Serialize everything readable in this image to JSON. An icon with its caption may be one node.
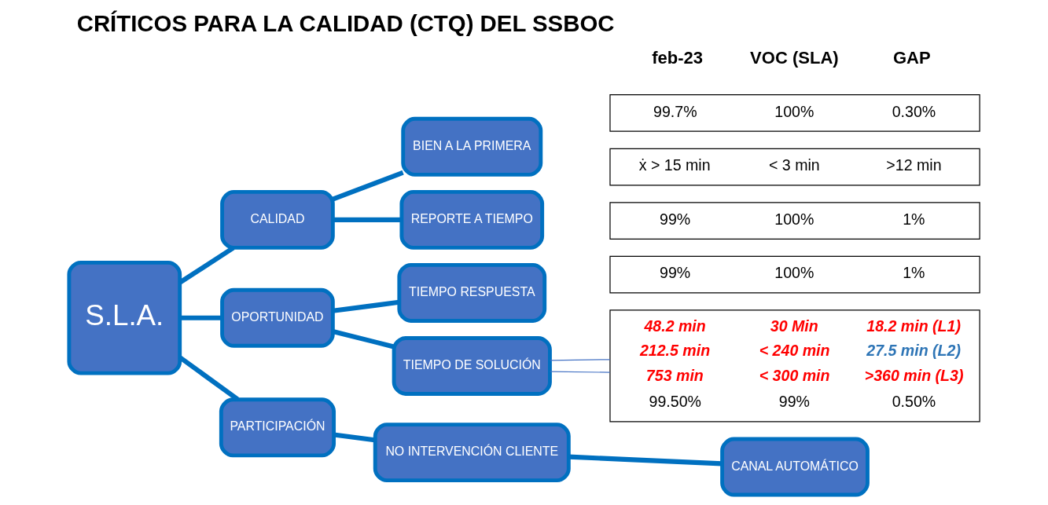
{
  "diagram": {
    "title": "CRÍTICOS PARA LA CALIDAD (CTQ) DEL SSBOC",
    "nodes": [
      {
        "text": [
          "S.L.A."
        ]
      },
      {
        "text": [
          "CALIDAD"
        ]
      },
      {
        "text": [
          "BIEN A LA PRIMERA"
        ]
      },
      {
        "text": [
          "REPORTE A TIEMPO"
        ]
      },
      {
        "text": [
          "OPORTUNIDAD"
        ]
      },
      {
        "text": [
          "TIEMPO RESPUESTA"
        ]
      },
      {
        "text": [
          "TIEMPO DE SOLUCIÓN"
        ]
      },
      {
        "text": [
          "PARTICIPACIÓN"
        ]
      },
      {
        "text": [
          "NO INTERVENCIÓN CLIENTE"
        ]
      },
      {
        "text": [
          "CANAL AUTOMÁTICO"
        ]
      },
      {
        "text": [
          "99%",
          "100%",
          "1%"
        ]
      },
      {
        "text": [
          "99%",
          "100%",
          "1%"
        ]
      },
      {
        "text": [
          "ẋ > 15 min",
          "< 3 min",
          ">12 min"
        ]
      },
      {
        "text": [
          "48.2 min",
          "30 Min",
          "18.2 min (L1)",
          "212.5 min",
          "< 240 min",
          "27.5 min (L2)",
          "753 min",
          "< 300 min",
          ">360 min (L3)",
          "99.50%",
          "99%",
          "0.50%"
        ]
      },
      {
        "text": [
          "99.7%",
          "100%",
          "0.30%"
        ]
      }
    ],
    "edges": [
      {
        "from": 0,
        "to": 1,
        "arrow": "none"
      },
      {
        "from": 0,
        "to": 4,
        "arrow": "none"
      },
      {
        "from": 0,
        "to": 7,
        "arrow": "none"
      },
      {
        "from": 1,
        "to": 2,
        "arrow": "none"
      },
      {
        "from": 1,
        "to": 3,
        "arrow": "none"
      },
      {
        "from": 4,
        "to": 5,
        "arrow": "none"
      },
      {
        "from": 4,
        "to": 6,
        "arrow": "none"
      },
      {
        "from": 7,
        "to": 8,
        "arrow": "none"
      },
      {
        "from": 8,
        "to": 9,
        "arrow": "none"
      },
      {
        "from": 6,
        "to": 13,
        "arrow": "none",
        "color": "#4472c4"
      },
      {
        "from": 6,
        "to": 13,
        "arrow": "none",
        "color": "#4472c4"
      }
    ],
    "labels": [
      "feb-23",
      "VOC (SLA)",
      "GAP"
    ]
  }
}
